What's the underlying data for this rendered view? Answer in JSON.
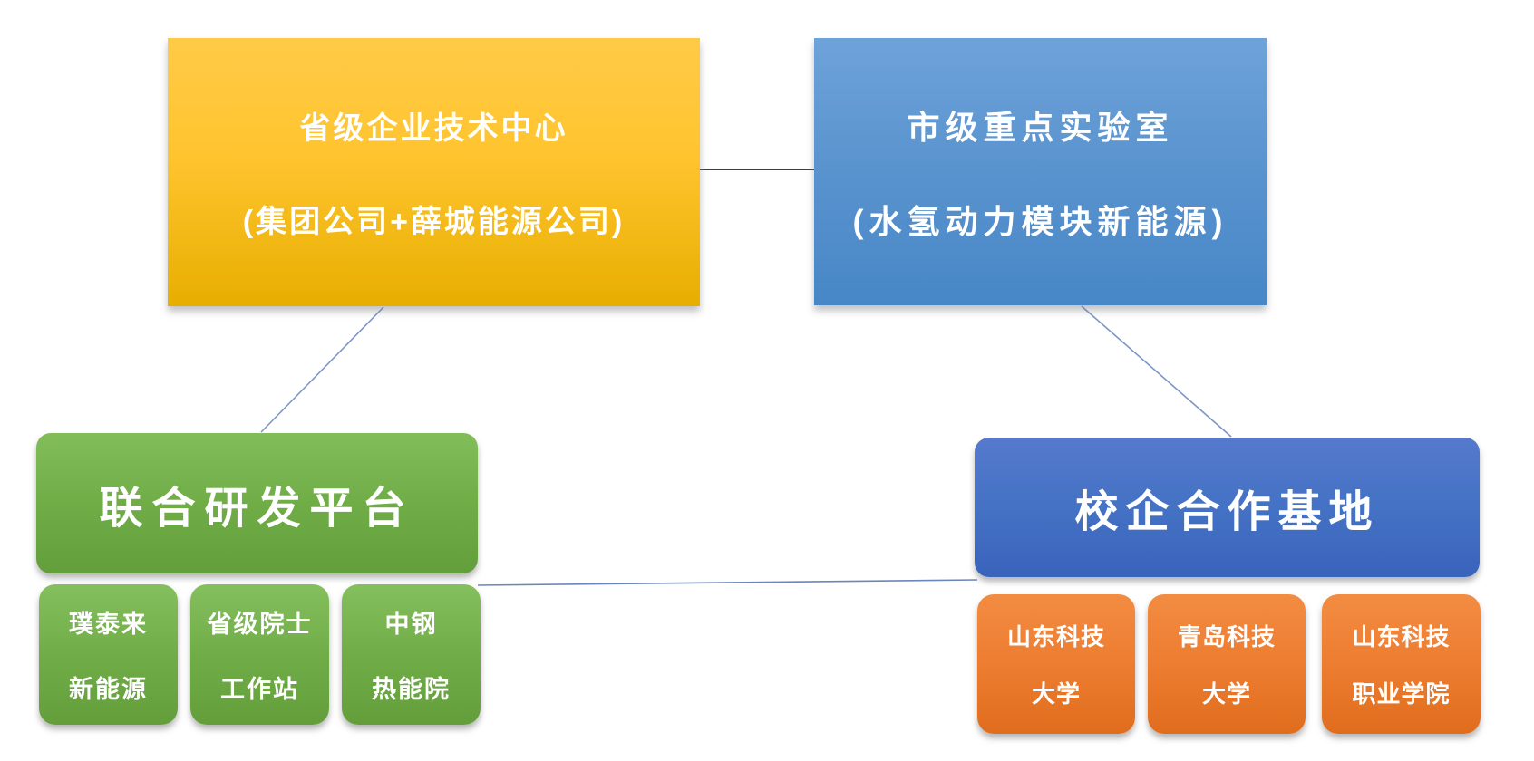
{
  "nodes": {
    "provincial_center": {
      "line1": "省级企业技术中心",
      "line2": "(集团公司+薛城能源公司)"
    },
    "city_lab": {
      "line1": "市级重点实验室",
      "line2": "(水氢动力模块新能源)"
    },
    "joint_rd_platform": {
      "label": "联合研发平台"
    },
    "school_coop_base": {
      "label": "校企合作基地"
    },
    "rd_members": [
      {
        "line1": "璞泰来",
        "line2": "新能源"
      },
      {
        "line1": "省级院士",
        "line2": "工作站"
      },
      {
        "line1": "中钢",
        "line2": "热能院"
      }
    ],
    "coop_schools": [
      {
        "line1": "山东科技",
        "line2": "大学"
      },
      {
        "line1": "青岛科技",
        "line2": "大学"
      },
      {
        "line1": "山东科技",
        "line2": "职业学院"
      }
    ]
  },
  "colors": {
    "gold_top": "#ffca47",
    "gold_bottom": "#e7ae00",
    "light_blue_top": "#6ea3da",
    "light_blue_bottom": "#4787c7",
    "green_top": "#82bd5a",
    "green_bottom": "#639e3b",
    "royal_blue_top": "#5579cd",
    "royal_blue_bottom": "#3a63bc",
    "orange_top": "#f28c42",
    "orange_bottom": "#e06d1d",
    "connector_blue": "#7d96c4",
    "connector_black": "#3f3f3f",
    "text": "#ffffff"
  }
}
